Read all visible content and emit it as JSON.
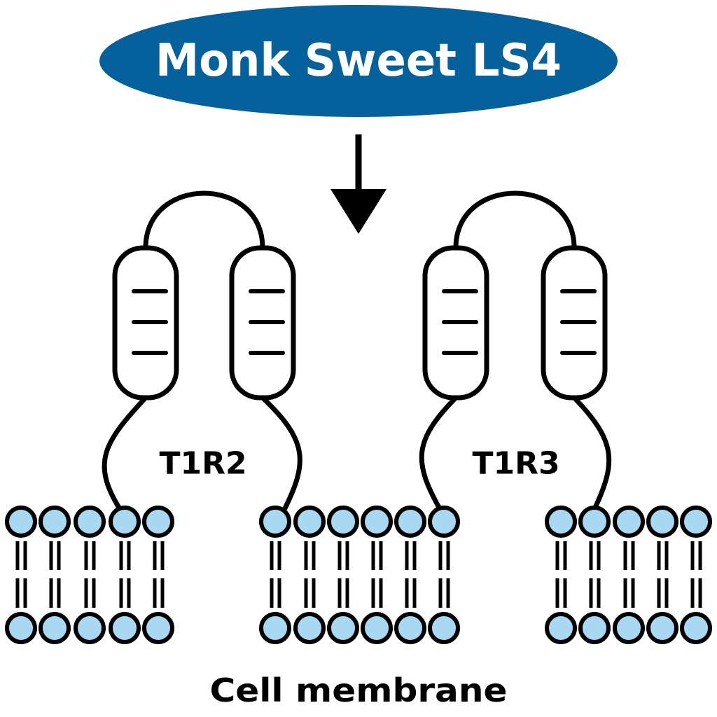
{
  "compound": {
    "label": "Monk Sweet LS4",
    "fill_color": "#05609b",
    "text_color": "#ffffff"
  },
  "receptors": [
    {
      "label": "T1R2"
    },
    {
      "label": "T1R3"
    }
  ],
  "membrane": {
    "label": "Cell membrane",
    "head_color": "#a9d8f3"
  },
  "colors": {
    "stroke": "#000000",
    "background": "#ffffff"
  }
}
